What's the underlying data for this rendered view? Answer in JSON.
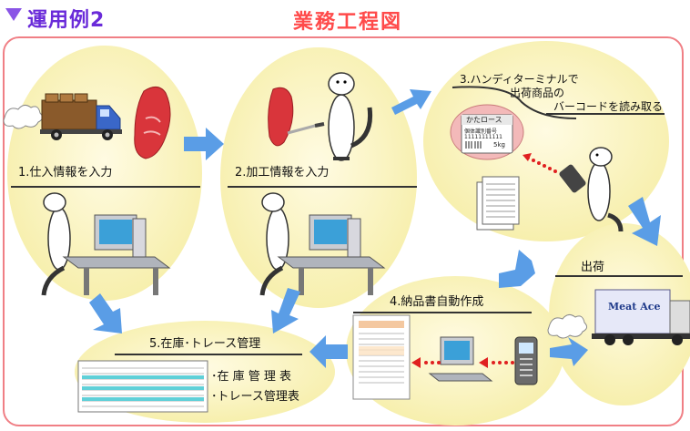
{
  "header": {
    "title": "運用例2"
  },
  "diagram": {
    "title": "業務工程図",
    "steps": {
      "s1": "1.仕入情報を入力",
      "s2": "2.加工情報を入力",
      "s3_l1": "3.ハンディターミナルで",
      "s3_l2": "出荷商品の",
      "s3_l3": "バーコードを読み取る",
      "ship": "出荷",
      "s4": "4.納品書自動作成",
      "s5": "5.在庫･トレース管理"
    },
    "reports": {
      "r1": "･在 庫 管 理 表",
      "r2": "･トレース管理表"
    },
    "truck_logo": "Meat Ace",
    "meat_label": {
      "name": "かたロース",
      "id_title": "個体識別番号",
      "barcode_digits": "11111111111",
      "weight": "5kg"
    }
  },
  "colors": {
    "accent": "#8a55e6",
    "title_red": "#ff4a4a",
    "frame": "#f07f85",
    "bubble": "#fbf5c7",
    "arrow": "#5a9de6",
    "red_dots": "#e02020"
  }
}
